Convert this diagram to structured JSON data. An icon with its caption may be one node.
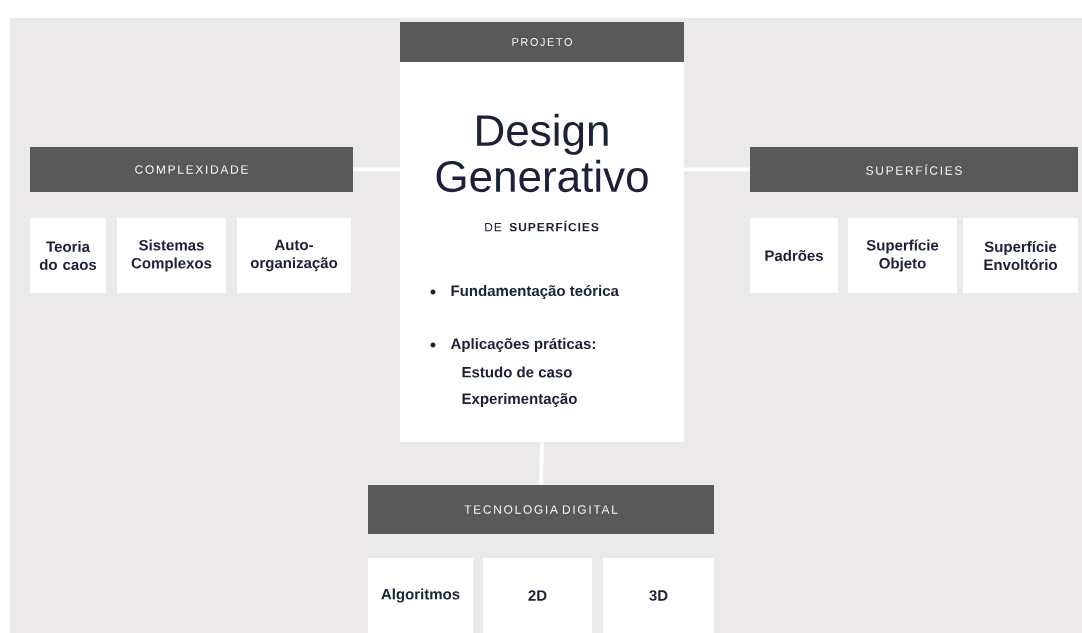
{
  "diagram": {
    "nodes": [
      {
        "text": [
          "PROJETO",
          "Design Generativo",
          "DE **SUPERFÍCIES**",
          "Fundamentação teórica",
          "Aplicações práticas:",
          "Estudo de caso",
          "Experimentação"
        ]
      },
      {
        "text": [
          "COMPLEXIDADE"
        ]
      },
      {
        "text": [
          "Teoria do caos"
        ]
      },
      {
        "text": [
          "Sistemas Complexos"
        ]
      },
      {
        "text": [
          "Auto-organização"
        ]
      },
      {
        "text": [
          "SUPERFÍCIES"
        ]
      },
      {
        "text": [
          "Padrões"
        ]
      },
      {
        "text": [
          "Superfície Objeto"
        ]
      },
      {
        "text": [
          "Superfície Envoltório"
        ]
      },
      {
        "text": [
          "TECNOLOGIA DIGITAL"
        ]
      },
      {
        "text": [
          "Algoritmos"
        ]
      },
      {
        "text": [
          "2D"
        ]
      },
      {
        "text": [
          "3D"
        ]
      }
    ],
    "edges": [
      {
        "from": 1,
        "to": 0,
        "arrow": "none"
      },
      {
        "from": 0,
        "to": 5,
        "arrow": "none"
      },
      {
        "from": 0,
        "to": 9,
        "arrow": "none"
      }
    ]
  }
}
